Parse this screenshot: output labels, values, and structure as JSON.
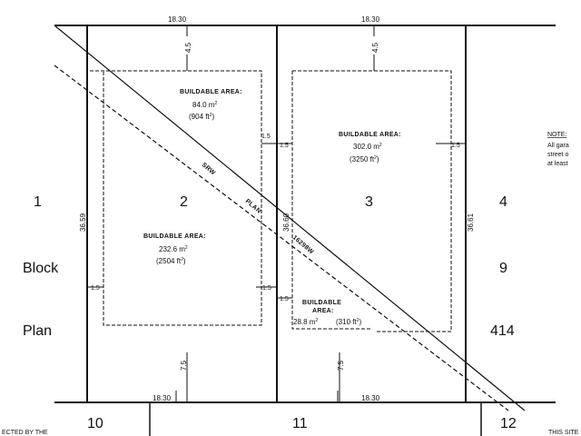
{
  "lot_widths": {
    "lot2_top": "18.30",
    "lot3_top": "18.30",
    "lot2_bottom": "18.30",
    "lot3_bottom": "18.30"
  },
  "lot_depths": {
    "lot2_left": "36.59",
    "lot3_left": "36.60",
    "lot3_right": "36.61"
  },
  "setbacks": {
    "front": "4.5",
    "rear": "7.5",
    "side": "1.5"
  },
  "lots": {
    "lot1": "1",
    "lot2": "2",
    "lot3": "3",
    "lot4": "4",
    "lot9": "9",
    "lot10": "10",
    "lot11": "11",
    "lot12": "12",
    "block_label": "Block",
    "plan_label": "Plan",
    "plan_number": "414"
  },
  "buildable_areas": {
    "label": "BUILDABLE AREA:",
    "label_split_1": "BUILDABLE",
    "label_split_2": "AREA:",
    "lot2_upper_metric": "84.0 m",
    "lot2_upper_imperial": "(904 ft",
    "lot2_lower_metric": "232.6 m",
    "lot2_lower_imperial": "(2504 ft",
    "lot3_main_metric": "302.0 m",
    "lot3_main_imperial": "(3250 ft",
    "lot3_small": "28.8 m",
    "lot3_small_imperial": "(310 ft",
    "sup": "2",
    "close": ")"
  },
  "right_of_way": {
    "srw": "SRW",
    "plan": "PLAN",
    "number": "16298W"
  },
  "note": {
    "heading": "NOTE:",
    "lines": [
      "All gara",
      "street o",
      "at least"
    ]
  },
  "footer": {
    "left_fragment": "ECTED BY THE",
    "right_fragment": "THIS SITE"
  }
}
